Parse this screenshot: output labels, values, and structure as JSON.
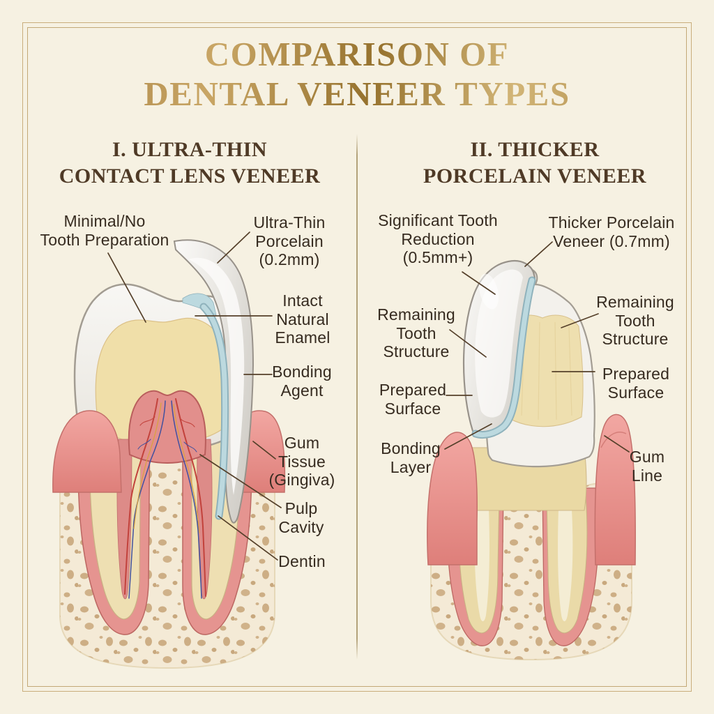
{
  "title": {
    "line1": "COMPARISON OF",
    "line2": "DENTAL VENEER TYPES"
  },
  "sections": {
    "left": {
      "heading_line1": "I. ULTRA-THIN",
      "heading_line2": "CONTACT LENS VENEER",
      "labels": {
        "minimal_prep": "Minimal/No\nTooth Preparation",
        "ultra_thin_porcelain": "Ultra-Thin\nPorcelain\n(0.2mm)",
        "intact_enamel": "Intact\nNatural\nEnamel",
        "bonding_agent": "Bonding\nAgent",
        "gum_tissue": "Gum\nTissue\n(Gingiva)",
        "pulp_cavity": "Pulp\nCavity",
        "dentin": "Dentin"
      }
    },
    "right": {
      "heading_line1": "II. THICKER",
      "heading_line2": "PORCELAIN VENEER",
      "labels": {
        "tooth_reduction": "Significant Tooth\nReduction\n(0.5mm+)",
        "thicker_veneer": "Thicker Porcelain\nVeneer (0.7mm)",
        "remaining_structure_left": "Remaining\nTooth\nStructure",
        "remaining_structure_right": "Remaining\nTooth\nStructure",
        "prepared_surface_left": "Prepared\nSurface",
        "prepared_surface_right": "Prepared\nSurface",
        "bonding_layer": "Bonding\nLayer",
        "gum_line": "Gum\nLine"
      }
    }
  },
  "colors": {
    "background": "#f6f1e2",
    "frame_gold": "#c9ae7c",
    "title_gold": "#b08c4e",
    "heading_brown": "#4f3a26",
    "label_text": "#362b20",
    "leader_line": "#55402a",
    "enamel_white": "#f2f0ec",
    "dentin_yellow": "#f0dfa9",
    "pulp_pink": "#e28f8c",
    "gum_pink": "#ec9a95",
    "bone_cream": "#f4ead6",
    "bone_spots": "#c6a477",
    "bonding_agent_blue": "#bcd9df",
    "veneer_porcelain": "#eceae5",
    "vessel_red": "#c2423c",
    "vessel_blue": "#41519f",
    "vessel_yellow": "#d9a23e"
  }
}
